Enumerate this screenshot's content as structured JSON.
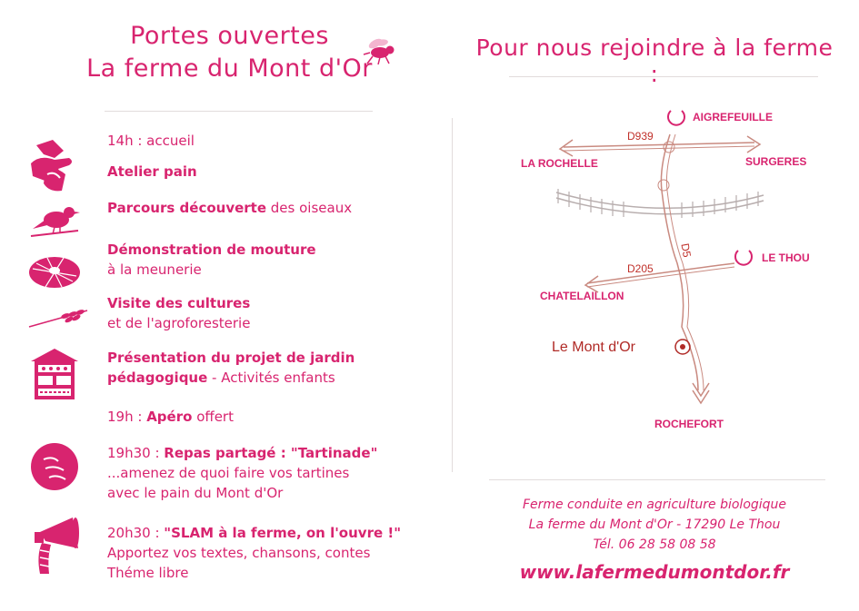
{
  "header": {
    "title_line1": "Portes ouvertes",
    "title_line2": "La ferme du Mont d'Or",
    "map_title": "Pour nous rejoindre à la ferme :"
  },
  "program": [
    {
      "bold": "",
      "normal": "14h : accueil"
    },
    {
      "bold": "Atelier pain",
      "normal": ""
    },
    {
      "bold": "Parcours découverte",
      "normal": " des oiseaux"
    },
    {
      "bold": "Démonstration de mouture",
      "normal": "",
      "line2": "à la meunerie"
    },
    {
      "bold": "Visite des cultures",
      "normal": "",
      "line2": "et de l'agroforesterie"
    },
    {
      "bold": "Présentation du projet de jardin",
      "normal": "",
      "line2_bold": "pédagogique",
      "line2": " - Activités enfants"
    },
    {
      "prefix": "19h : ",
      "bold": "Apéro",
      "normal": " offert"
    },
    {
      "prefix": "19h30 : ",
      "bold": "Repas partagé : \"Tartinade\"",
      "normal": "",
      "line2": "...amenez de quoi faire vos tartines",
      "line3": "avec le pain du Mont d'Or"
    },
    {
      "prefix": "20h30 : ",
      "bold": "\"SLAM à la ferme, on l'ouvre !\"",
      "normal": "",
      "line2": "Apportez vos textes, chansons, contes",
      "line3": "Théme libre"
    }
  ],
  "map": {
    "places": {
      "aigrefeuille": "AIGREFEUILLE",
      "la_rochelle": "LA ROCHELLE",
      "surgeres": "SURGERES",
      "le_thou": "LE THOU",
      "chatelaillon": "CHATELAILLON",
      "rochefort": "ROCHEFORT",
      "farm": "Le Mont d'Or"
    },
    "roads": {
      "d939": "D939",
      "d205": "D205",
      "d5": "D5"
    }
  },
  "footer": {
    "line1": "Ferme conduite en agriculture biologique",
    "line2": "La ferme du Mont d'Or - 17290 Le Thou",
    "phone": "Tél. 06 28 58 08 58",
    "website": "www.lafermedumontdor.fr"
  },
  "colors": {
    "accent": "#d8246f",
    "map_road": "#c98a80"
  },
  "icons": [
    "bee-icon",
    "hands-icon",
    "bird-icon",
    "millstone-icon",
    "wheat-icon",
    "insect-hotel-icon",
    "bread-icon",
    "megaphone-icon"
  ]
}
